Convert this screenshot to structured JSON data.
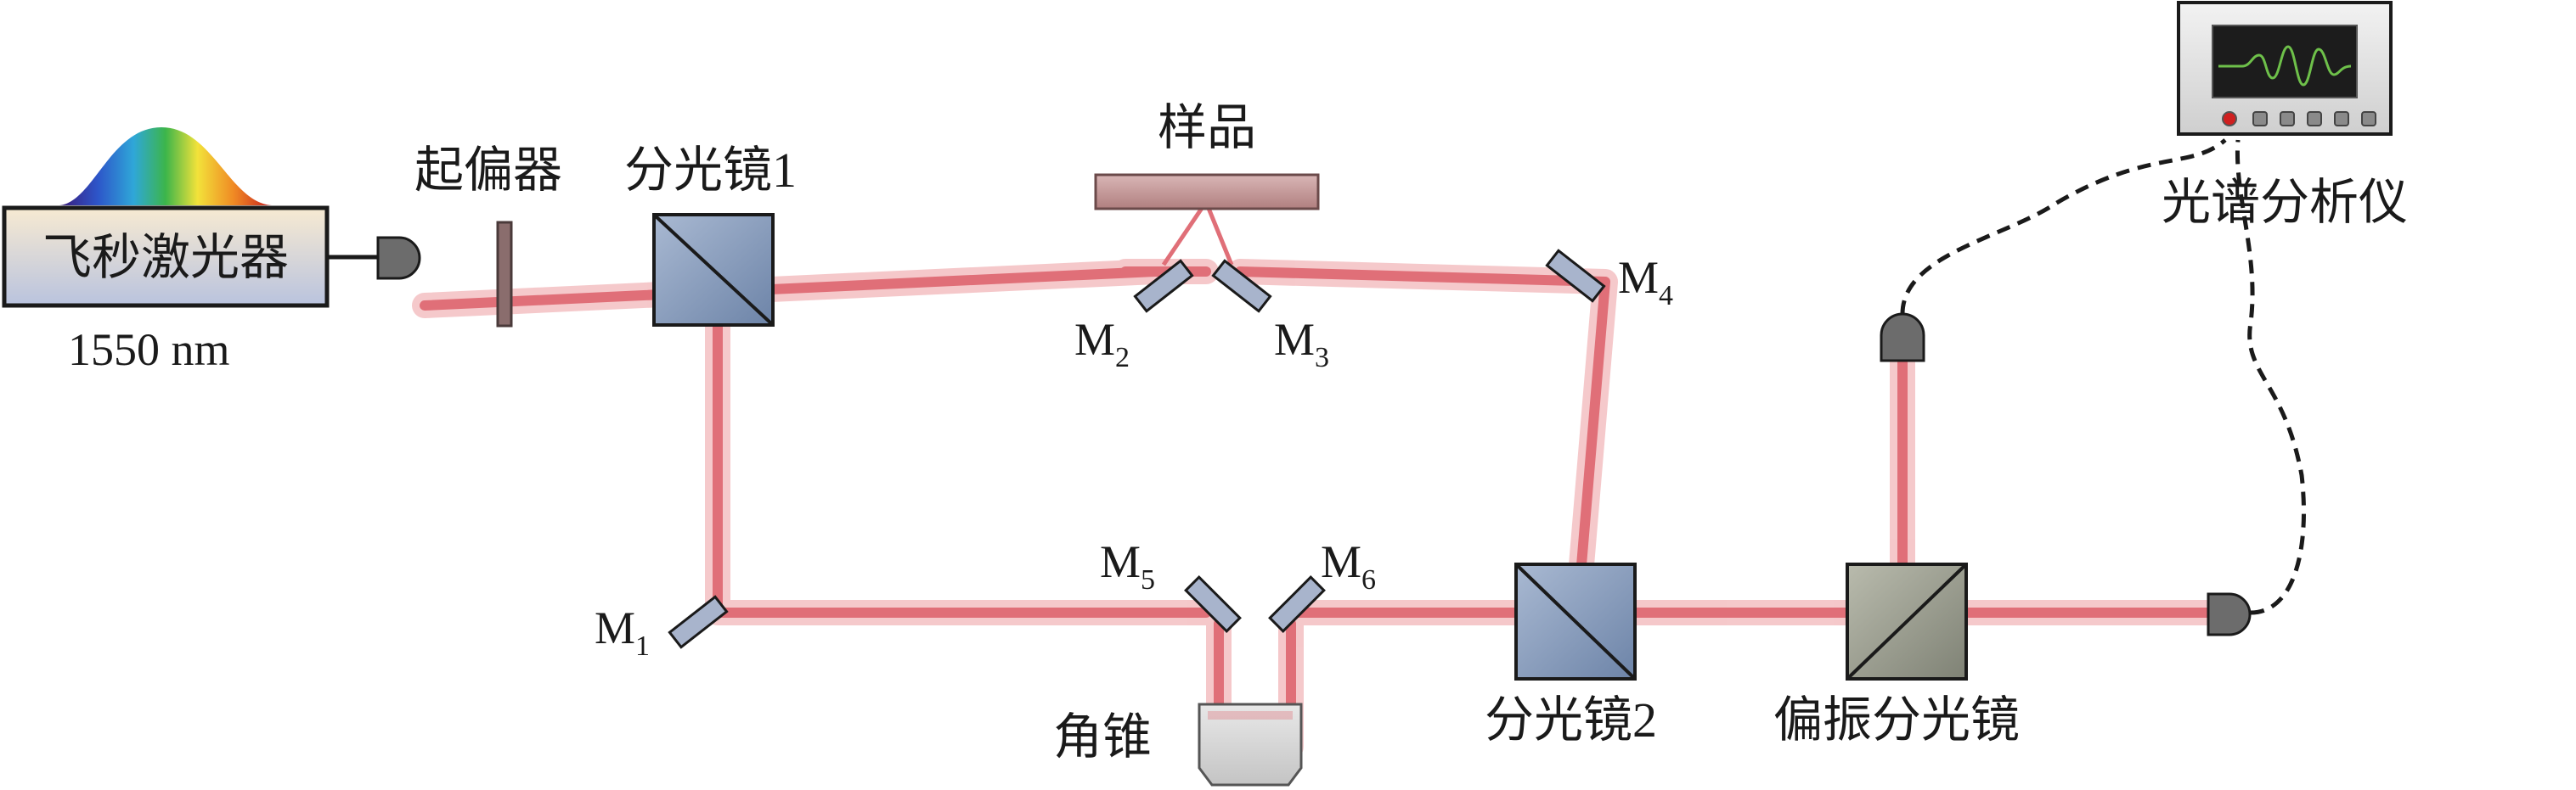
{
  "labels": {
    "laser": "飞秒激光器",
    "wavelength": "1550 nm",
    "polarizer": "起偏器",
    "beamsplitter1": "分光镜1",
    "sample": "样品",
    "spectrometer": "光谱分析仪",
    "corner_cube": "角锥",
    "beamsplitter2": "分光镜2",
    "polarizing_bs": "偏振分光镜"
  },
  "mirrors": [
    {
      "letter": "M",
      "sub": "1"
    },
    {
      "letter": "M",
      "sub": "2"
    },
    {
      "letter": "M",
      "sub": "3"
    },
    {
      "letter": "M",
      "sub": "4"
    },
    {
      "letter": "M",
      "sub": "5"
    },
    {
      "letter": "M",
      "sub": "6"
    }
  ],
  "colors": {
    "beam_core": "#e8888e",
    "beam_glow": "#f2b8bb",
    "cube_fill": "#8fa3c0",
    "pbs_fill": "#a6a89a",
    "mirror_fill": "#a8b4cc",
    "sample_fill": "#c9a0a0",
    "laser_fill": "#f3e0c0",
    "screen": "#1c1c1c",
    "trace": "#6ec04a"
  }
}
